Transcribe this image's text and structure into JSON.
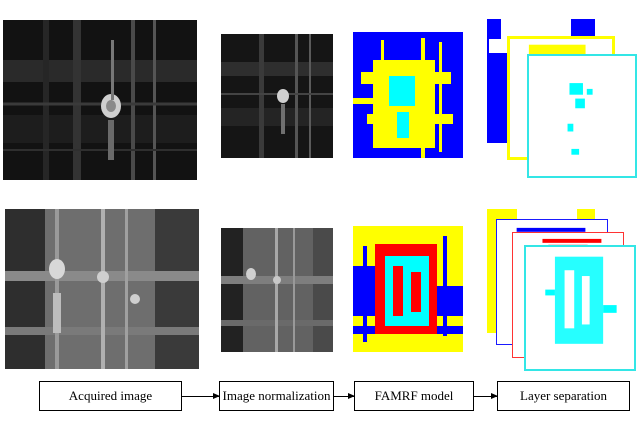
{
  "pipeline": {
    "stages": [
      {
        "label": "Acquired image"
      },
      {
        "label": "Image normalization"
      },
      {
        "label": "FAMRF model"
      },
      {
        "label": "Layer separation"
      }
    ]
  },
  "colors": {
    "segment_blue": "#0000ff",
    "segment_yellow": "#ffff00",
    "segment_cyan": "#00ffff",
    "segment_red": "#ff0000",
    "frame_yellow": "#ffff00",
    "frame_cyan": "#33e6e6",
    "frame_blue": "#1a1aff",
    "frame_red": "#ff3333"
  }
}
